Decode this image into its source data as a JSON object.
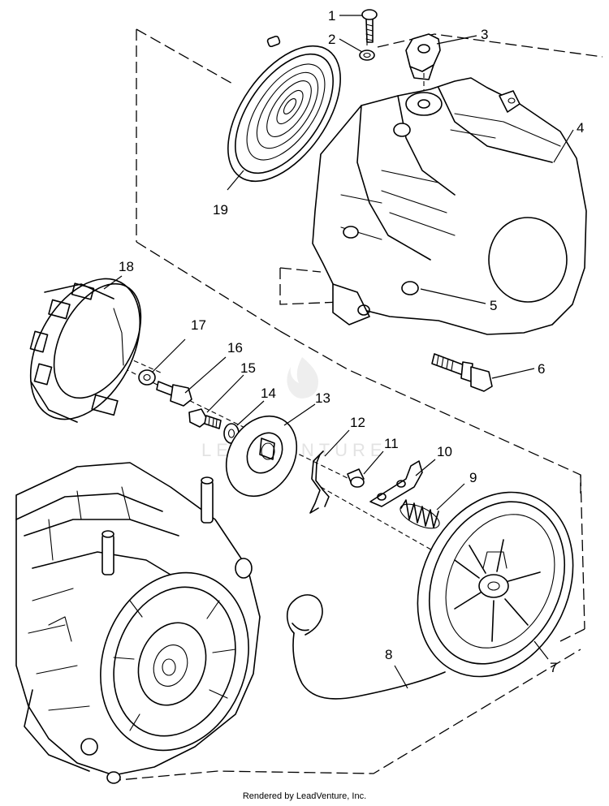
{
  "diagram": {
    "callouts": [
      {
        "id": "1",
        "text": "1"
      },
      {
        "id": "2",
        "text": "2"
      },
      {
        "id": "3",
        "text": "3"
      },
      {
        "id": "4",
        "text": "4"
      },
      {
        "id": "5",
        "text": "5"
      },
      {
        "id": "6",
        "text": "6"
      },
      {
        "id": "7",
        "text": "7"
      },
      {
        "id": "8",
        "text": "8"
      },
      {
        "id": "9",
        "text": "9"
      },
      {
        "id": "10",
        "text": "10"
      },
      {
        "id": "11",
        "text": "11"
      },
      {
        "id": "12",
        "text": "12"
      },
      {
        "id": "13",
        "text": "13"
      },
      {
        "id": "14",
        "text": "14"
      },
      {
        "id": "15",
        "text": "15"
      },
      {
        "id": "16",
        "text": "16"
      },
      {
        "id": "17",
        "text": "17"
      },
      {
        "id": "18",
        "text": "18"
      },
      {
        "id": "19",
        "text": "19"
      }
    ],
    "watermark": "LEADVENTURE"
  },
  "footer": {
    "text": "Rendered by LeadVenture, Inc."
  }
}
